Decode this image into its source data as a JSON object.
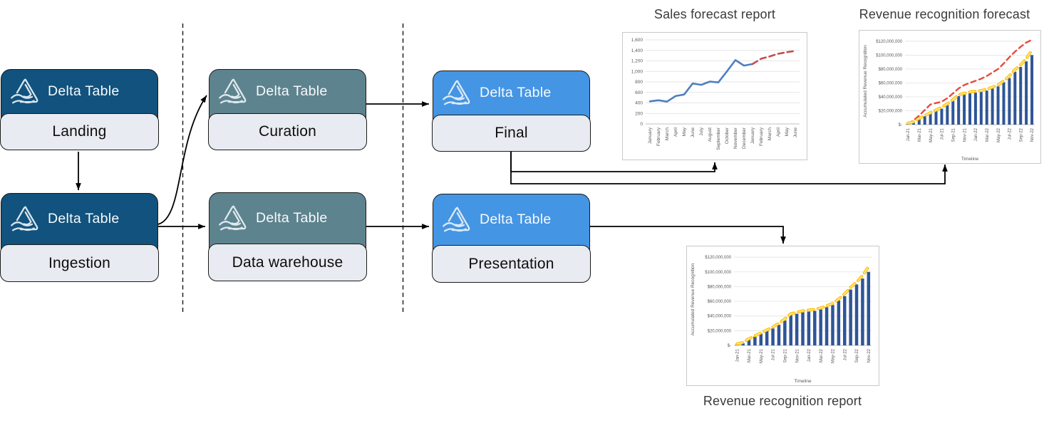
{
  "colors": {
    "outline": "#1A1A1A",
    "body-fill": "#E8EBF1",
    "chart-border": "#C9C9C9",
    "arrow": "#000000",
    "separator": "#141414",
    "header-dark-blue": "#11527E",
    "header-teal": "#5D838E",
    "header-light-blue": "#4495E4"
  },
  "diagram": {
    "boxes": [
      {
        "brand": "Delta Table",
        "label": "Landing",
        "header_color": "#11527E"
      },
      {
        "brand": "Delta Table",
        "label": "Ingestion",
        "header_color": "#11527E"
      },
      {
        "brand": "Delta Table",
        "label": "Curation",
        "header_color": "#5D838E"
      },
      {
        "brand": "Delta Table",
        "label": "Data warehouse",
        "header_color": "#5D838E"
      },
      {
        "brand": "Delta Table",
        "label": "Final",
        "header_color": "#4495E4"
      },
      {
        "brand": "Delta Table",
        "label": "Presentation",
        "header_color": "#4495E4"
      }
    ]
  },
  "chart_data": [
    {
      "type": "line",
      "title": "Sales forecast report",
      "x": [
        "January",
        "February",
        "March",
        "April",
        "May",
        "June",
        "July",
        "August",
        "September",
        "October",
        "November",
        "December",
        "January",
        "February",
        "March",
        "April",
        "May",
        "June"
      ],
      "ylim": [
        0,
        1600
      ],
      "grid": true,
      "legend": "none",
      "yticks": [
        {
          "v": 0,
          "label": "0"
        },
        {
          "v": 200,
          "label": "200"
        },
        {
          "v": 400,
          "label": "400"
        },
        {
          "v": 600,
          "label": "600"
        },
        {
          "v": 800,
          "label": "800"
        },
        {
          "v": 1000,
          "label": "1,000"
        },
        {
          "v": 1200,
          "label": "1,200"
        },
        {
          "v": 1400,
          "label": "1,400"
        },
        {
          "v": 1600,
          "label": "1,600"
        }
      ],
      "series": [
        {
          "color": "#4E80BD",
          "width": 2.6,
          "values": [
            430,
            450,
            425,
            530,
            560,
            770,
            745,
            805,
            790,
            1000,
            1215,
            1110,
            1140,
            null,
            null,
            null,
            null,
            null
          ]
        },
        {
          "color": "#C0504D",
          "width": 2.6,
          "dash": "8,5",
          "values": [
            null,
            null,
            null,
            null,
            null,
            null,
            null,
            null,
            null,
            null,
            null,
            null,
            1140,
            1240,
            1285,
            1335,
            1365,
            1390
          ]
        }
      ]
    },
    {
      "type": "bar+line",
      "title": "Revenue recognition forecast",
      "xlabel": "Timeline",
      "ylabel": "Accumulated Revenue Recognition",
      "unit": "USD, values in millions",
      "x": [
        "Jan-21",
        "",
        "Mar-21",
        "",
        "May-21",
        "",
        "Jul-21",
        "",
        "Sep-21",
        "",
        "Nov-21",
        "",
        "Jan-22",
        "",
        "Mar-22",
        "",
        "May-22",
        "",
        "Jul-22",
        "",
        "Sep-22",
        "",
        "Nov-22"
      ],
      "ylim": [
        0,
        125
      ],
      "grid": true,
      "legend": "none",
      "yticks": [
        {
          "v": 0,
          "label": "$-"
        },
        {
          "v": 20,
          "label": "$20,000,000"
        },
        {
          "v": 40,
          "label": "$40,000,000"
        },
        {
          "v": 60,
          "label": "$60,000,000"
        },
        {
          "v": 80,
          "label": "$80,000,000"
        },
        {
          "v": 100,
          "label": "$100,000,000"
        },
        {
          "v": 120,
          "label": "$120,000,000"
        }
      ],
      "bars": {
        "color": "#2F5597",
        "values": [
          1,
          3,
          8,
          12,
          16,
          20,
          23,
          28,
          34,
          41,
          43,
          45,
          46,
          47,
          49,
          52,
          55,
          61,
          67,
          76,
          83,
          91,
          100
        ]
      },
      "series": [
        {
          "color": "#E8493E",
          "width": 2.4,
          "dash": "7,5",
          "values": [
            1,
            6,
            13,
            21,
            29,
            31,
            33,
            38,
            45,
            52,
            57,
            60,
            63,
            66,
            70,
            75,
            80,
            88,
            97,
            105,
            112,
            118,
            122
          ]
        },
        {
          "color": "#FFC000",
          "width": 4.2,
          "dash": "8,6",
          "inner": "#FFEBA6",
          "values": [
            2,
            4,
            9,
            13,
            17,
            21,
            25,
            30,
            36,
            43,
            45,
            47,
            48,
            49,
            51,
            54,
            57,
            63,
            70,
            79,
            86,
            95,
            107
          ]
        }
      ]
    },
    {
      "type": "bar+line",
      "title": "Revenue recognition report",
      "xlabel": "Timeline",
      "ylabel": "Accumulated Revenue Recognition",
      "unit": "USD, values in millions",
      "x": [
        "Jan-21",
        "",
        "Mar-21",
        "",
        "May-21",
        "",
        "Jul-21",
        "",
        "Sep-21",
        "",
        "Nov-21",
        "",
        "Jan-22",
        "",
        "Mar-22",
        "",
        "May-22",
        "",
        "Jul-22",
        "",
        "Sep-22",
        "",
        "Nov-22"
      ],
      "ylim": [
        0,
        125
      ],
      "grid": true,
      "legend": "none",
      "yticks": [
        {
          "v": 0,
          "label": "$-"
        },
        {
          "v": 20,
          "label": "$20,000,000"
        },
        {
          "v": 40,
          "label": "$40,000,000"
        },
        {
          "v": 60,
          "label": "$60,000,000"
        },
        {
          "v": 80,
          "label": "$80,000,000"
        },
        {
          "v": 100,
          "label": "$100,000,000"
        },
        {
          "v": 120,
          "label": "$120,000,000"
        }
      ],
      "bars": {
        "color": "#2F5597",
        "values": [
          1,
          3,
          8,
          12,
          16,
          20,
          23,
          28,
          34,
          41,
          43,
          45,
          46,
          47,
          49,
          52,
          55,
          61,
          67,
          76,
          83,
          91,
          100
        ]
      },
      "series": [
        {
          "color": "#FFC000",
          "width": 4.2,
          "dash": "8,6",
          "inner": "#FFEBA6",
          "values": [
            2,
            4,
            9,
            13,
            17,
            21,
            25,
            30,
            36,
            43,
            45,
            47,
            48,
            49,
            51,
            54,
            57,
            63,
            70,
            79,
            86,
            95,
            107
          ]
        }
      ]
    }
  ]
}
